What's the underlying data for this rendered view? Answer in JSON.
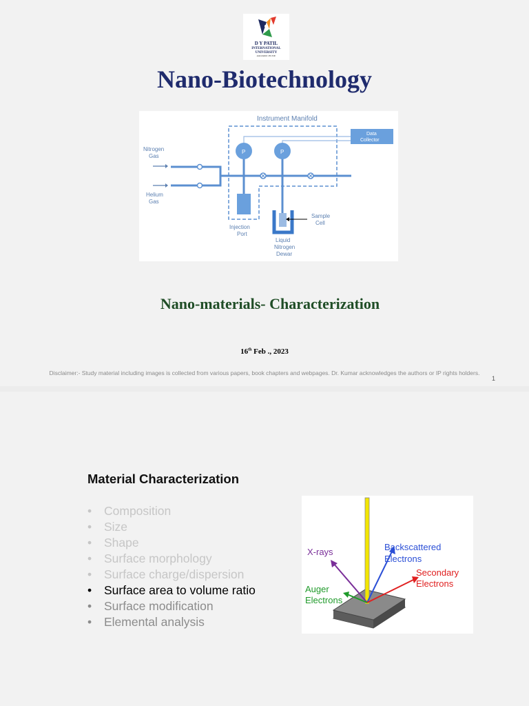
{
  "slide1": {
    "logo": {
      "line1": "D Y PATIL",
      "line2": "INTERNATIONAL",
      "line3": "UNIVERSITY",
      "line4": "AKURDI PUNE"
    },
    "title": "Nano-Biotechnology",
    "diagram": {
      "heading": "Instrument Manifold",
      "nitrogen_line1": "Nitrogen",
      "nitrogen_line2": "Gas",
      "helium_line1": "Helium",
      "helium_line2": "Gas",
      "data_line1": "Data",
      "data_line2": "Collector",
      "pump_label": "P",
      "injection_line1": "Injection",
      "injection_line2": "Port",
      "sample_line1": "Sample",
      "sample_line2": "Cell",
      "liquid_line1": "Liquid",
      "liquid_line2": "Nitrogen",
      "liquid_line3": "Dewar"
    },
    "subtitle": "Nano-materials- Characterization",
    "date_day": "16",
    "date_sup": "th",
    "date_rest": " Feb ., 2023",
    "disclaimer": "Disclaimer:- Study material including images is collected from various papers, book chapters and webpages. Dr. Kumar acknowledges the authors or IP rights holders.",
    "page_number": "1"
  },
  "slide2": {
    "heading": "Material Characterization",
    "bullet_char": "•",
    "bullets": [
      "Composition",
      "Size",
      "Shape",
      "Surface morphology",
      "Surface charge/dispersion",
      "Surface area to volume ratio",
      "Surface modification",
      "Elemental analysis"
    ],
    "figure": {
      "xrays": "X-rays",
      "backscattered_line1": "Backscattered",
      "backscattered_line2": "Electrons",
      "secondary_line1": "Secondary",
      "secondary_line2": "Electrons",
      "auger_line1": "Auger",
      "auger_line2": "Electrons"
    }
  },
  "colors": {
    "title": "#1f2b6d",
    "subtitle": "#1f4d26",
    "diagram_line": "#5b8fd0",
    "beam": "#f2e600",
    "xray": "#7a2f99",
    "backscattered": "#2b4fd6",
    "secondary": "#e02020",
    "auger": "#1f9a2a"
  }
}
